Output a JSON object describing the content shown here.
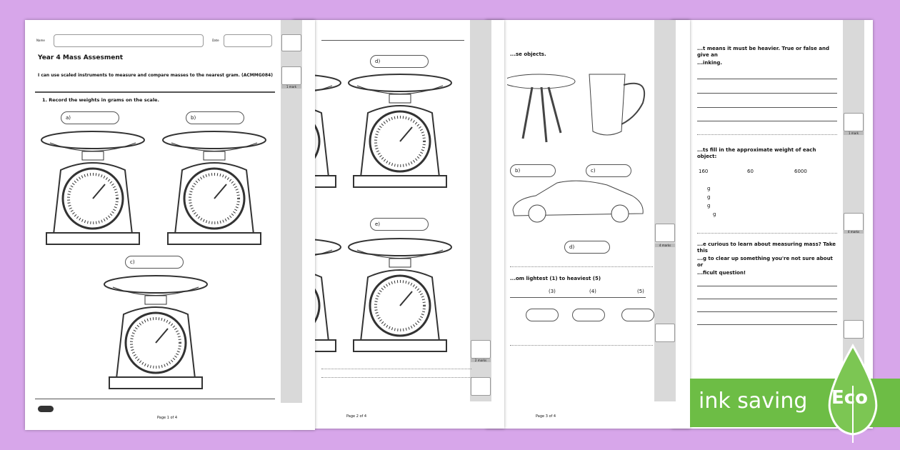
{
  "page1": {
    "name_label": "Name",
    "date_label": "Date",
    "title": "Year 4 Mass Assesment",
    "objective": "I can use scaled instruments to measure and compare masses to the nearest gram. (ACMMG084)",
    "q1": "1.  Record the weights in grams on the scale.",
    "labels": [
      "a)",
      "b)",
      "c)"
    ],
    "mark": "1 mark",
    "footer": "Page 1 of 4"
  },
  "page2": {
    "labels": [
      "d)",
      "e)"
    ],
    "mark": "2 marks",
    "footer": "Page 2 of 4"
  },
  "page3": {
    "q_text": "...se objects.",
    "labels": [
      "b)",
      "c)",
      "d)"
    ],
    "mark": "4 marks",
    "order_text": "...om lightest (1) to heaviest (5)",
    "order_nums": [
      "(3)",
      "(4)",
      "(5)"
    ],
    "footer": "Page 3 of 4"
  },
  "page4": {
    "q_a": "...t means it must be heavier. True or false and give an",
    "q_a2": "...inking.",
    "q_b": "...ts fill in the approximate weight of each object:",
    "weights": [
      "160",
      "60",
      "6000"
    ],
    "unit": "g",
    "q_c": "...e curious to learn about measuring mass? Take this",
    "q_c2": "...g to clear up something you're not sure about or",
    "q_c3": "...ficult question!",
    "marks": [
      "1 mark",
      "4 marks"
    ]
  },
  "badge": {
    "text": "ink saving",
    "eco": "Eco",
    "color": "#6dbd45"
  }
}
